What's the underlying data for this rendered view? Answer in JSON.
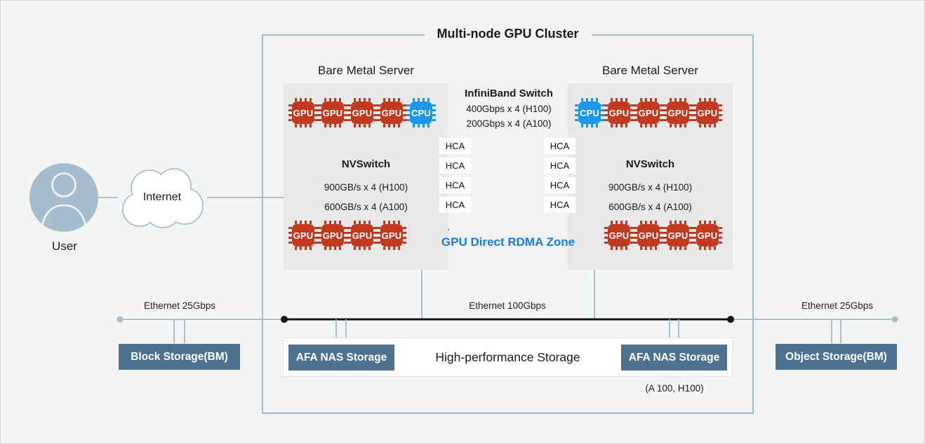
{
  "cluster": {
    "title": "Multi-node GPU Cluster"
  },
  "user": {
    "label": "User"
  },
  "internet": {
    "label": "Internet"
  },
  "servers": {
    "left": {
      "title": "Bare Metal Server",
      "chips_top": [
        "GPU",
        "GPU",
        "GPU",
        "GPU",
        "CPU"
      ],
      "chips_bottom": [
        "GPU",
        "GPU",
        "GPU",
        "GPU"
      ],
      "nvswitch": {
        "title": "NVSwitch",
        "line1": "900GB/s x 4 (H100)",
        "line2": "600GB/s x 4 (A100)"
      }
    },
    "right": {
      "title": "Bare Metal Server",
      "chips_top": [
        "CPU",
        "GPU",
        "GPU",
        "GPU",
        "GPU"
      ],
      "chips_bottom": [
        "GPU",
        "GPU",
        "GPU",
        "GPU"
      ],
      "nvswitch": {
        "title": "NVSwitch",
        "line1": "900GB/s x 4 (H100)",
        "line2": "600GB/s x 4 (A100)"
      }
    }
  },
  "infiniband": {
    "title": "InfiniBand Switch",
    "line1": "400Gbps x 4 (H100)",
    "line2": "200Gbps x 4 (A100)"
  },
  "hca": {
    "label": "HCA"
  },
  "rdma": {
    "label": "GPU Direct RDMA Zone"
  },
  "ethernet": {
    "left": "Ethernet 25Gbps",
    "middle": "Ethernet 100Gbps",
    "right": "Ethernet 25Gbps"
  },
  "storage": {
    "block": "Block Storage(BM)",
    "hp_title": "High-performance Storage",
    "afa_left": "AFA NAS Storage",
    "afa_right": "AFA NAS Storage",
    "object": "Object Storage(BM)",
    "note": "(A 100, H100)"
  },
  "colors": {
    "gpu_chip": "#c13a20",
    "cpu_chip": "#1d97ea",
    "accent_blue": "#1b7ce0",
    "slate_line": "#a9bfd0",
    "storage_box": "#4d7190",
    "red_link": "#c23b22",
    "cluster_border": "#aabccb"
  }
}
